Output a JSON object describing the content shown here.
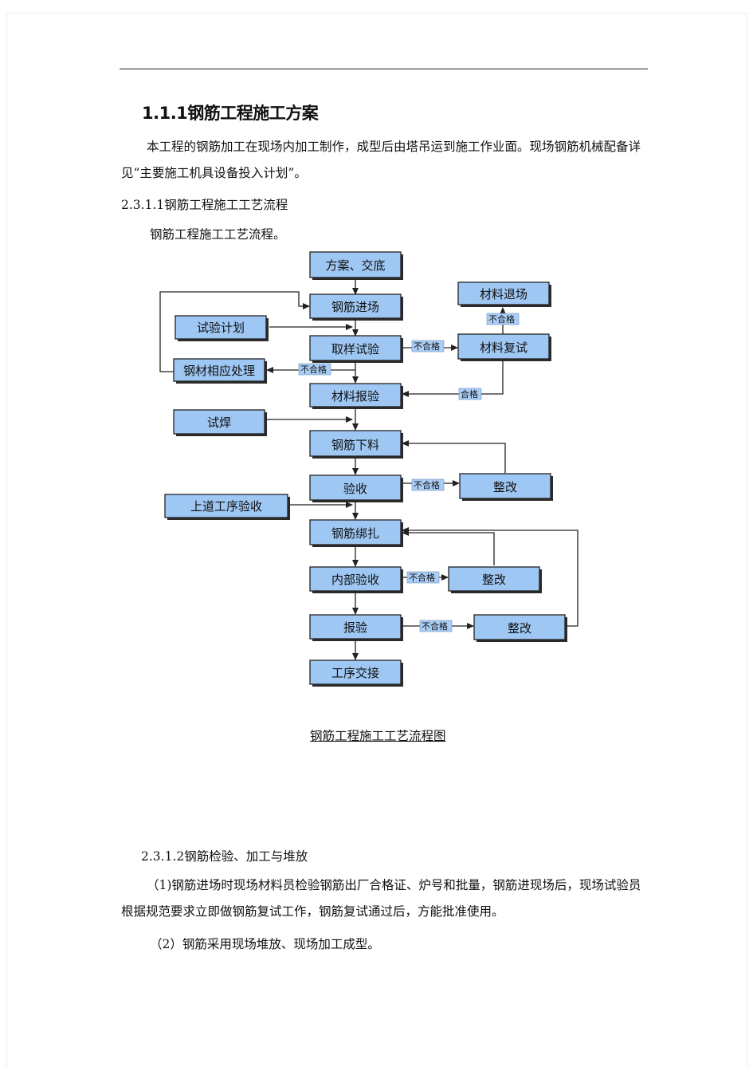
{
  "heading": "1.1.1钢筋工程施工方案",
  "para1": "本工程的钢筋加工在现场内加工制作，成型后由塔吊运到施工作业面。现场钢筋机械配备详见“主要施工机具设备投入计划”。",
  "section1": "2.3.1.1钢筋工程施工工艺流程",
  "para2": "钢筋工程施工工艺流程。",
  "flowchart": {
    "boxes": {
      "plan": "方案、交底",
      "enter": "钢筋进场",
      "testplan": "试验计划",
      "sampling": "取样试验",
      "mat_exit": "材料退场",
      "retest": "材料复试",
      "handle": "钢材相应处理",
      "report": "材料报验",
      "weld": "试焊",
      "cut": "钢筋下料",
      "accept": "验收",
      "rect1": "整改",
      "prev": "上道工序验收",
      "bind": "钢筋绑扎",
      "internal": "内部验收",
      "rect2": "整改",
      "inspect": "报验",
      "rect3": "整改",
      "handover": "工序交接"
    },
    "labels": {
      "fail": "不合格",
      "pass": "合格"
    }
  },
  "caption": "钢筋工程施工工艺流程图",
  "section2": "2.3.1.2钢筋检验、加工与堆放",
  "para3": "（1)钢筋进场时现场材料员检验钢筋出厂合格证、炉号和批量，钢筋进现场后，现场试验员根据规范要求立即做钢筋复试工作，钢筋复试通过后，方能批准使用。",
  "para4": "（2）钢筋采用现场堆放、现场加工成型。"
}
